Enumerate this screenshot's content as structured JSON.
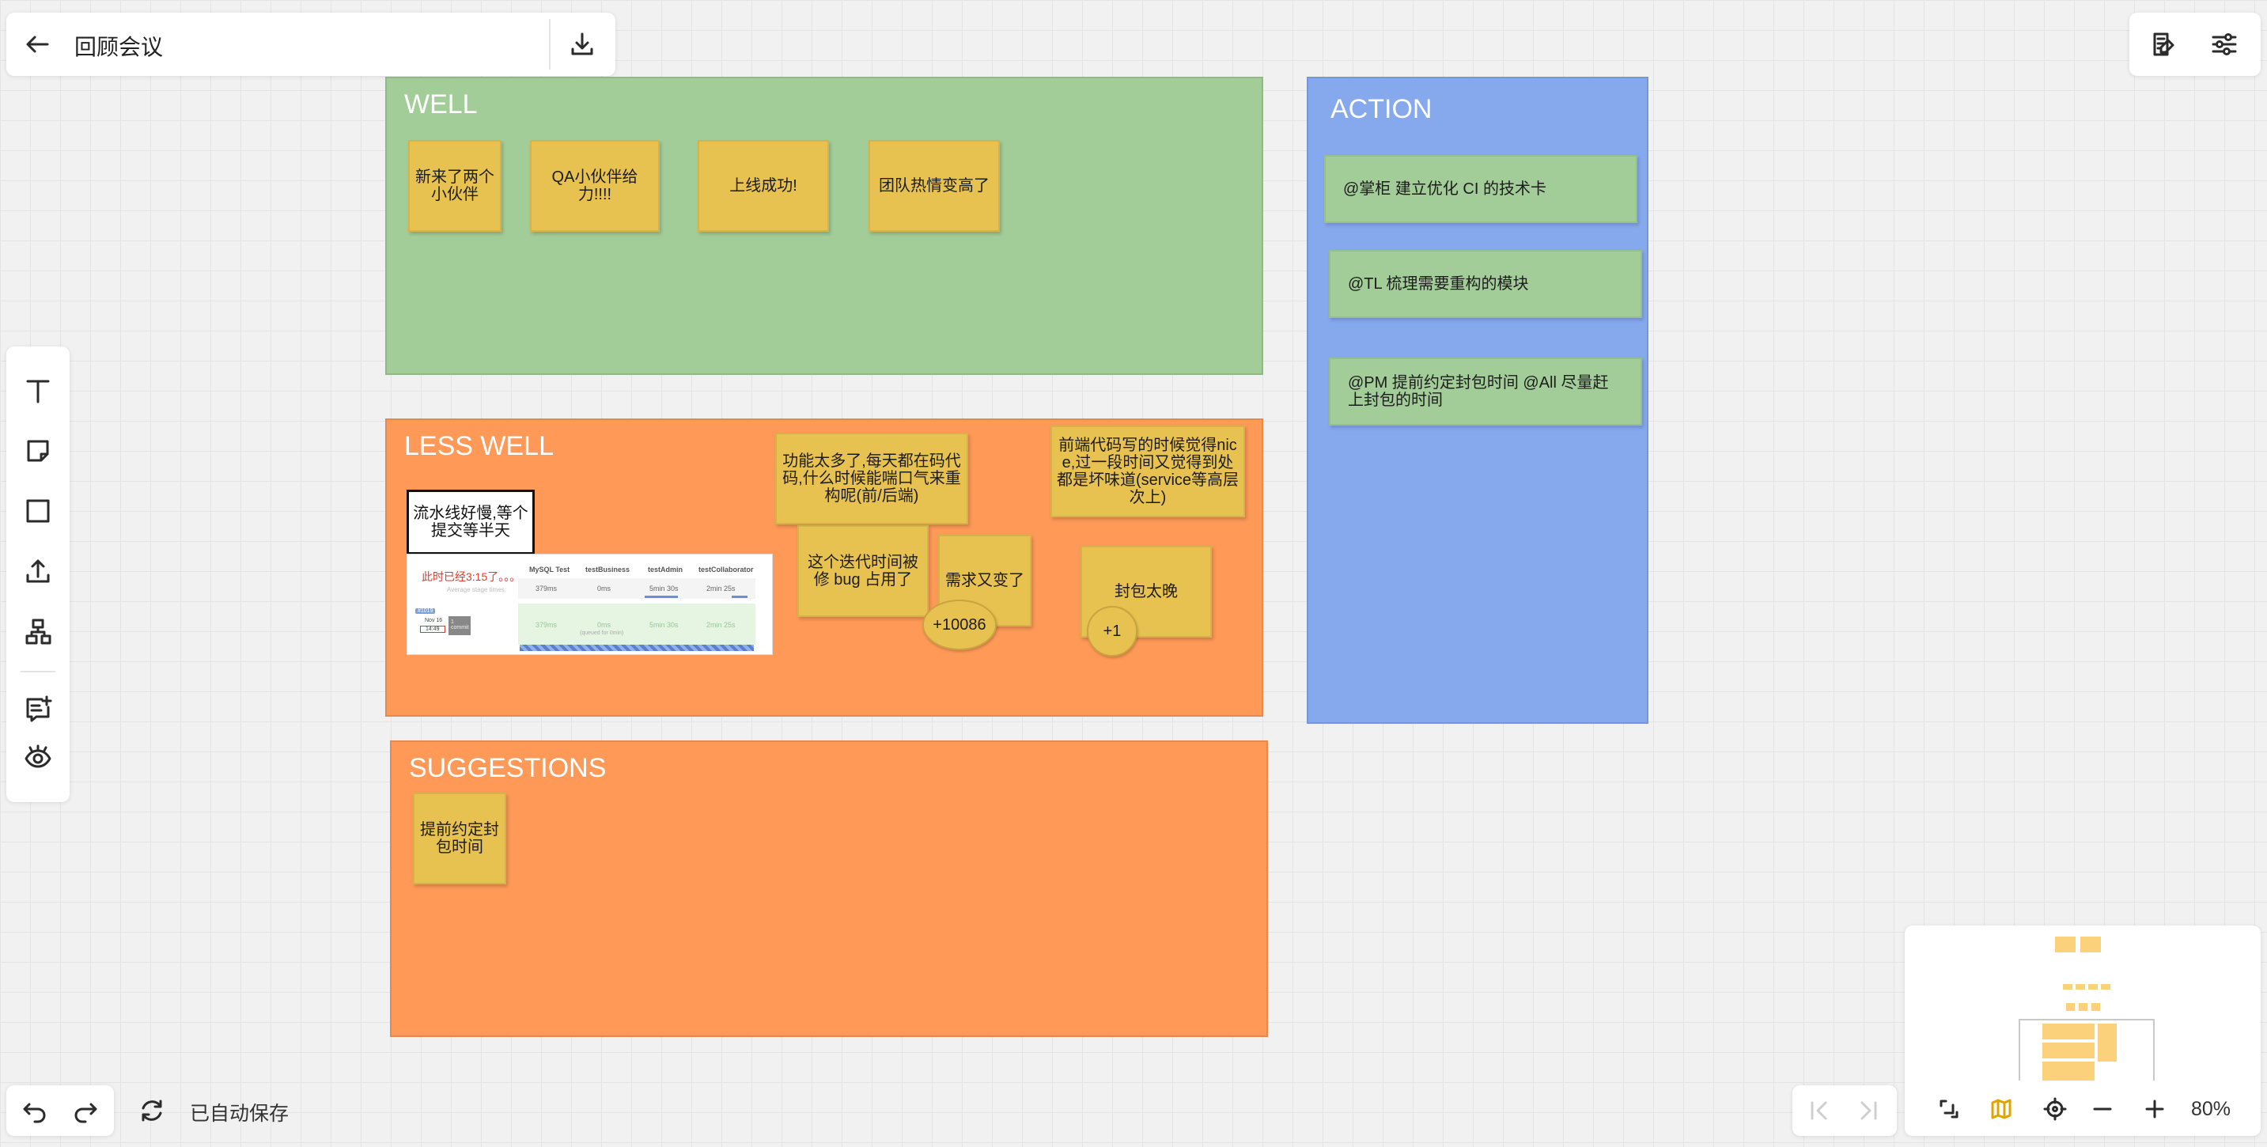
{
  "header": {
    "title": "回顾会议",
    "back_icon": "arrow-left-icon",
    "download_icon": "download-icon"
  },
  "top_right": {
    "edit_icon": "edit-note-icon",
    "settings_icon": "sliders-icon"
  },
  "toolbar": {
    "tools": [
      "text-tool-icon",
      "sticky-note-icon",
      "rectangle-icon",
      "upload-icon",
      "flowchart-icon",
      "add-comment-icon",
      "view-eye-icon"
    ]
  },
  "frames": {
    "well": {
      "title": "WELL",
      "color": "#a3cd98"
    },
    "less_well": {
      "title": "LESS WELL",
      "color": "#ff9957"
    },
    "suggestions": {
      "title": "SUGGESTIONS",
      "color": "#ff9957"
    },
    "action": {
      "title": "ACTION",
      "color": "#86a8ec"
    }
  },
  "stickies": {
    "well": [
      "新来了两个小伙伴",
      "QA小伙伴给力!!!!",
      "上线成功!",
      "团队热情变高了"
    ],
    "less_well": {
      "pipeline": "流水线好慢,等个提交等半天",
      "too_many": "功能太多了,每天都在码代码,什么时候能喘口气来重构呢(前/后端)",
      "bug": "这个迭代时间被修 bug 占用了",
      "req": "需求又变了",
      "frontend": "前端代码写的时候觉得nice,过一段时间又觉得到处都是坏味道(service等高层次上)",
      "package": "封包太晚",
      "vote_a": "+10086",
      "vote_b": "+1"
    },
    "suggestions": [
      "提前约定封包时间"
    ]
  },
  "actions": [
    "@掌柜 建立优化 CI 的技术卡",
    "@TL  梳理需要重构的模块",
    "@PM  提前约定封包时间 @All 尽量赶上封包的时间"
  ],
  "screenshot": {
    "red_text": "此时已经3:15了。。。",
    "sub_label": "Average stage times:",
    "headers": [
      "MySQL Test",
      "testBusiness",
      "testAdmin",
      "testCollaborator"
    ],
    "row1": [
      "379ms",
      "0ms",
      "5min 30s",
      "2min 25s"
    ],
    "row2": [
      "379ms",
      "0ms",
      "5min 30s",
      "2min 25s"
    ],
    "note": "(queued for 0min)",
    "build_tag": "#1019",
    "date": "Nov 16",
    "time": "14:49",
    "changes": "1 commit"
  },
  "bottom": {
    "undo_icon": "undo-icon",
    "redo_icon": "redo-icon",
    "sync_icon": "sync-icon",
    "save_status": "已自动保存",
    "zoom": "80%"
  }
}
